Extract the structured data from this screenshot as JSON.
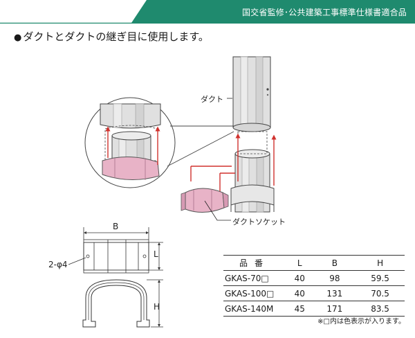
{
  "header": {
    "badge_text": "国交省監修･公共建築工事標準仕様書適合品",
    "badge_color": "#1f8a6e"
  },
  "lead": {
    "bullet": "●",
    "text": "ダクトとダクトの継ぎ目に使用します。"
  },
  "callouts": {
    "duct": "ダクト",
    "socket": "ダクトソケット"
  },
  "dimensions": {
    "B": "B",
    "L": "L",
    "H": "H",
    "hole": "2-φ4"
  },
  "spec_table": {
    "headers": [
      "品番",
      "L",
      "B",
      "H"
    ],
    "rows": [
      [
        "GKAS-70□",
        "40",
        "98",
        "59.5"
      ],
      [
        "GKAS-100□",
        "40",
        "131",
        "70.5"
      ],
      [
        "GKAS-140M",
        "45",
        "171",
        "83.5"
      ]
    ]
  },
  "footnote": "※□内は色表示が入ります。",
  "colors": {
    "accent": "#1f8a6e",
    "arrow": "#d0312d",
    "socket_pink": "#e8b3c7",
    "duct_gray": "#dcdcdc"
  }
}
